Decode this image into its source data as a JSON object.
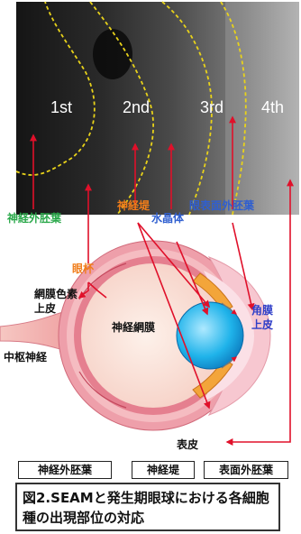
{
  "micrograph": {
    "zones": [
      "1st",
      "2nd",
      "3rd",
      "4th"
    ]
  },
  "labels": {
    "neural_ectoderm": "神経外胚葉",
    "optic_cup": "眼杯",
    "neural_crest": "神経堤",
    "lens": "水晶体",
    "ocular_surface_ectoderm": "眼表面外胚葉",
    "rpe": "網膜色素上皮",
    "central_nerve": "中枢神経",
    "neural_retina": "神経網膜",
    "corneal_epithelium": "角膜上皮",
    "epidermis": "表皮"
  },
  "legend": [
    "神経外胚葉",
    "神経堤",
    "表面外胚葉"
  ],
  "caption": "図2.SEAMと発生期眼球における各細胞種の出現部位の対応",
  "colors": {
    "neural_ectoderm": "#2aa84a",
    "optic_cup": "#f07d1a",
    "neural_crest": "#f07d1a",
    "lens": "#2f5fd0",
    "ocular_surface_ectoderm": "#2f5fd0",
    "corneal": "#2f3fc8",
    "arrow": "#e0102a",
    "dashed_boundary": "#e8d21a"
  }
}
